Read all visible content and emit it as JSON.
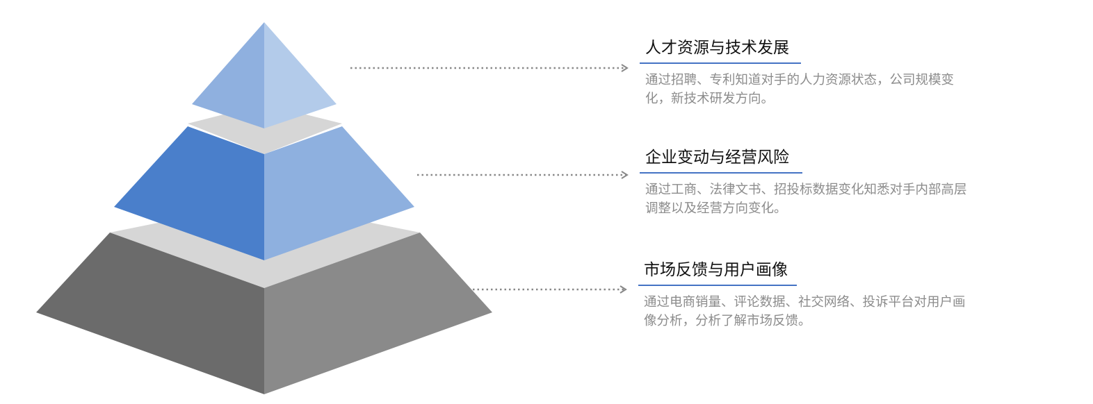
{
  "tiers": [
    {
      "title": "人才资源与技术发展",
      "description": "通过招聘、专利知道对手的人力资源状态，公司规模变\n化，新技术研发方向。"
    },
    {
      "title": "企业变动与经营风险",
      "description": "通过工商、法律文书、招投标数据变化知悉对手内部高层\n调整以及经营方向变化。"
    },
    {
      "title": "市场反馈与用户画像",
      "description": "通过电商销量、评论数据、社交网络、投诉平台对用户画\n像分析，分析了解市场反馈。"
    }
  ],
  "colors": {
    "top_left": "#8fb0df",
    "top_right": "#b3cbea",
    "mid_left": "#4a7fcb",
    "mid_right": "#8eb0df",
    "base_left": "#6b6b6b",
    "base_right": "#8a8a8a",
    "gap": "#d6d6d6",
    "rule": "#4472c4",
    "arrow": "#888888"
  }
}
